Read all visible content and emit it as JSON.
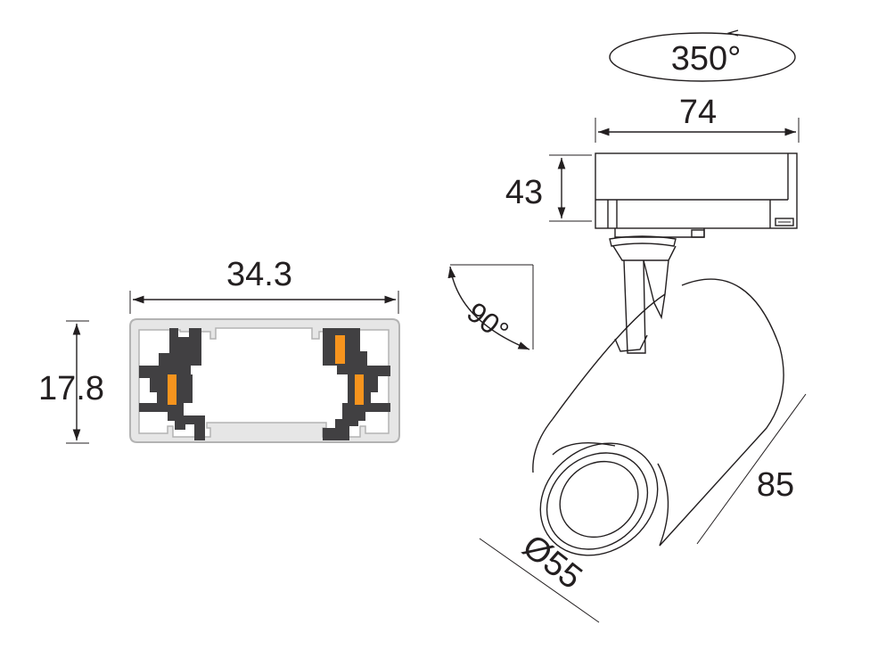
{
  "colors": {
    "line": "#231f20",
    "profile_fill": "#e6e6e6",
    "profile_stroke": "#b3b3b3",
    "insulator": "#414042",
    "conductor": "#f7941d"
  },
  "track_profile": {
    "width_label": "34.3",
    "height_label": "17.8"
  },
  "spotlight": {
    "rotation_label": "350°",
    "width_label": "74",
    "adapter_height_label": "43",
    "tilt_label": "90°",
    "length_label": "85",
    "diameter_label": "Ø55"
  }
}
